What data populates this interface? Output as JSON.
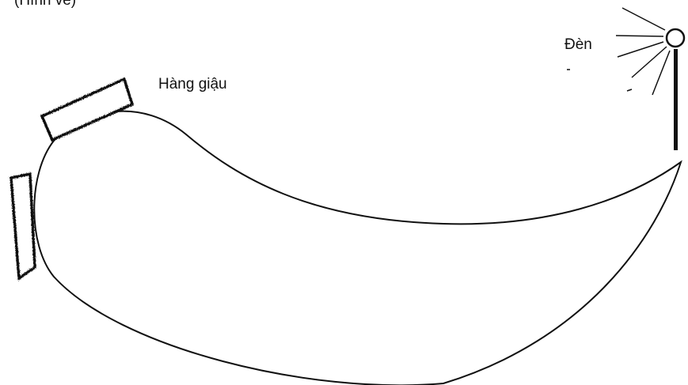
{
  "diagram": {
    "top_fragment": "(Hình vẽ)",
    "labels": {
      "hedge": "Hàng giậu",
      "lamp": "Đèn"
    },
    "colors": {
      "ink": "#111111",
      "background": "#ffffff"
    },
    "icons": {
      "lamp": "lamp-icon",
      "hedge": "hedge-icon"
    }
  }
}
